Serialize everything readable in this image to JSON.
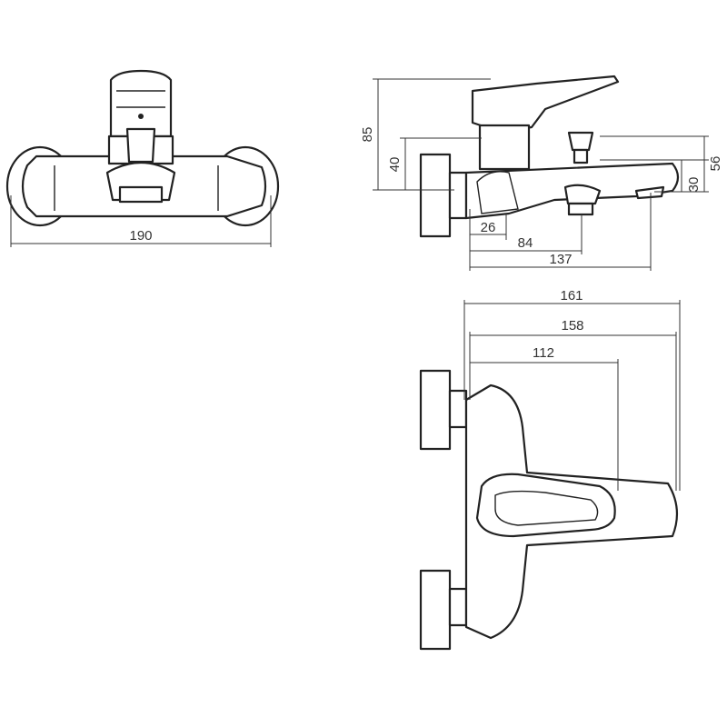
{
  "dimensions": {
    "front_width": "190",
    "side_height_total": "85",
    "side_height_wall": "40",
    "side_height_spout": "56",
    "side_height_outlet": "30",
    "side_depth_small": "26",
    "side_depth_mid": "84",
    "side_depth_total": "137",
    "top_width_total": "161",
    "top_width_body": "158",
    "top_width_lever": "112"
  }
}
